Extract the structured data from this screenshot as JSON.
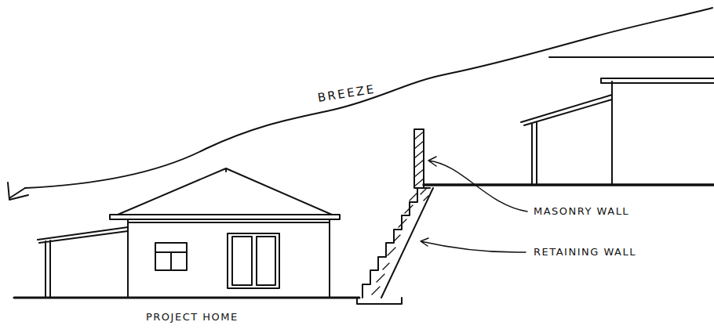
{
  "diagram": {
    "labels": [
      "BREEZE",
      "MASONRY WALL",
      "RETAINING WALL",
      "PROJECT HOME"
    ]
  }
}
